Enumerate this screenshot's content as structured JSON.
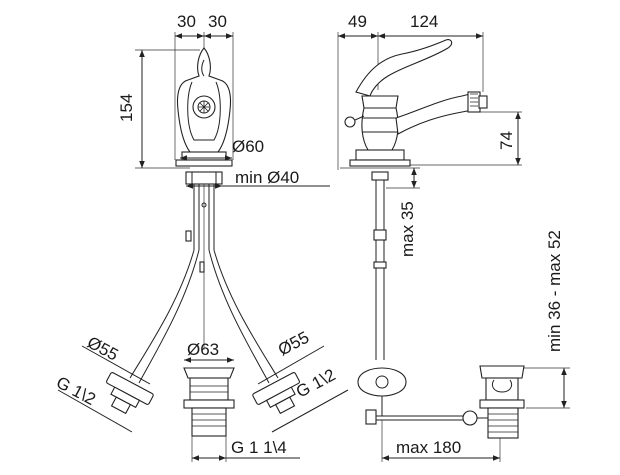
{
  "labels": {
    "front_width_left": "30",
    "front_width_right": "30",
    "front_height": "154",
    "base_dia": "Ø60",
    "hole_dia": "min Ø40",
    "side_depth": "49",
    "spout_reach": "124",
    "spout_height": "74",
    "max_thickness": "max 35",
    "waste_range": "min 36 - max 52",
    "flange_left": "Ø55",
    "flange_right": "Ø55",
    "thread_left": "G 1\\2",
    "thread_right": "G 1\\2",
    "waste_dia": "Ø63",
    "waste_thread": "G 1 1\\4",
    "rod_reach": "max 180"
  }
}
